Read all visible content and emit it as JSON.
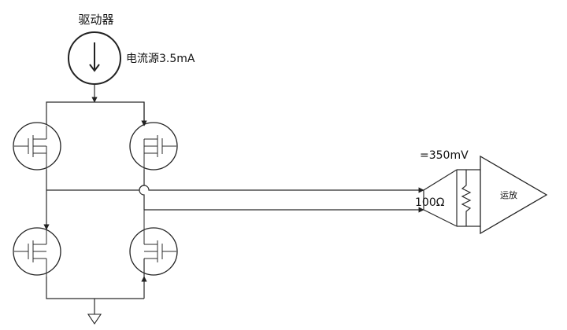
{
  "driver_label": "驱动器",
  "current_source_label": "电流源3.5mA",
  "voltage_label": "=350mV",
  "resistor_label": "100Ω",
  "amplifier_label": "运放"
}
